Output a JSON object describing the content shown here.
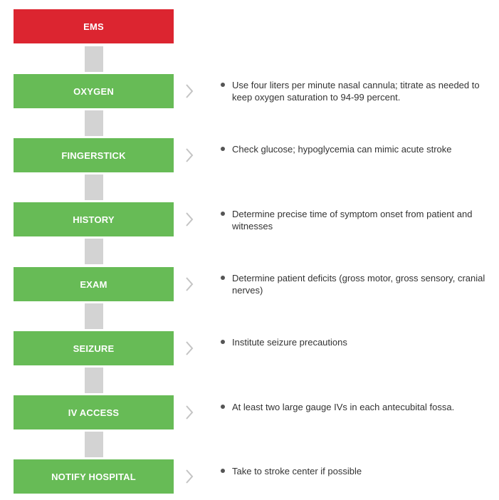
{
  "steps": [
    {
      "label": "EMS",
      "color": "#dc2530",
      "description": ""
    },
    {
      "label": "OXYGEN",
      "color": "#67bb56",
      "description": "Use four liters per minute nasal cannula; titrate as needed to keep oxygen saturation to 94-99 percent."
    },
    {
      "label": "FINGERSTICK",
      "color": "#67bb56",
      "description": "Check glucose; hypoglycemia can mimic acute stroke"
    },
    {
      "label": "HISTORY",
      "color": "#67bb56",
      "description": "Determine precise time of symptom onset from patient and witnesses"
    },
    {
      "label": "EXAM",
      "color": "#67bb56",
      "description": "Determine patient deficits (gross motor, gross sensory, cranial nerves)"
    },
    {
      "label": "SEIZURE",
      "color": "#67bb56",
      "description": "Institute seizure precautions"
    },
    {
      "label": "IV ACCESS",
      "color": "#67bb56",
      "description": "At least two large gauge IVs in each antecubital fossa."
    },
    {
      "label": "NOTIFY HOSPITAL",
      "color": "#67bb56",
      "description": "Take to stroke center if possible"
    }
  ],
  "icons": {
    "arrow": "chevron-right-icon",
    "bullet": "bullet-dot-icon"
  }
}
